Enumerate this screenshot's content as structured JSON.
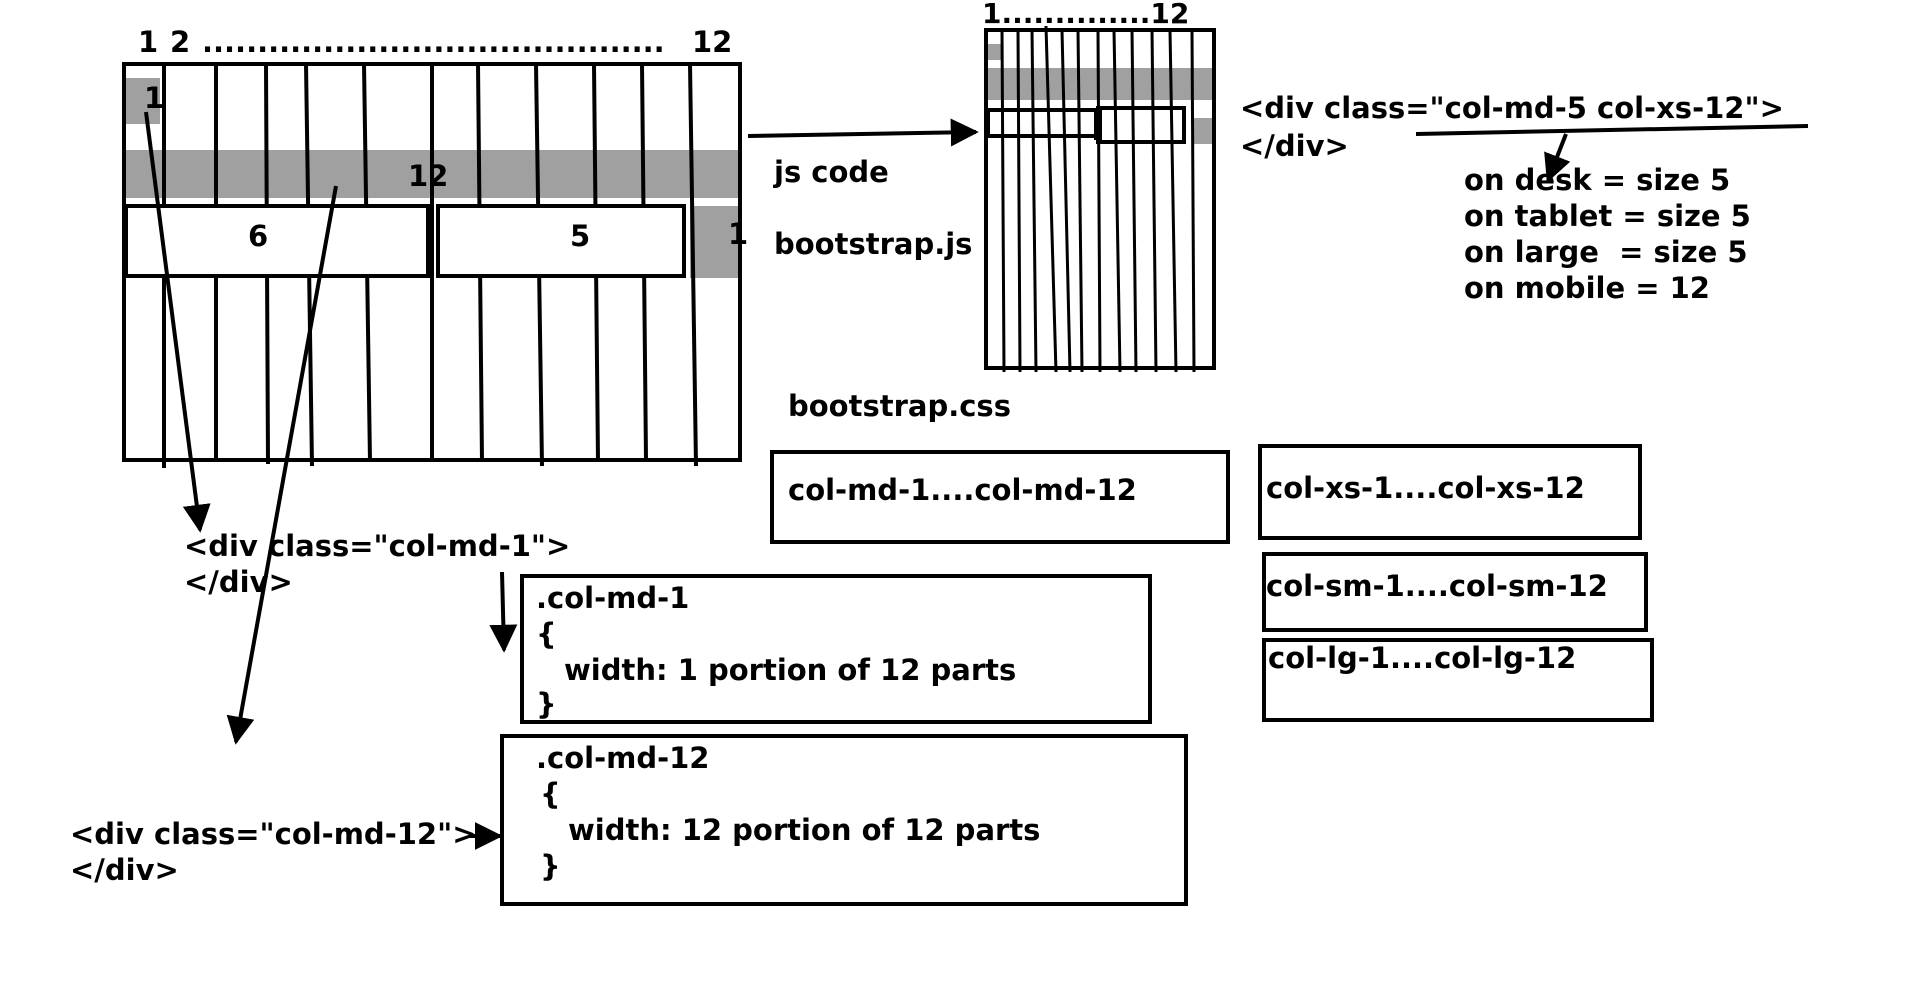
{
  "colors": {
    "ink": "#000000",
    "highlight": "#a0a0a0",
    "background": "#ffffff"
  },
  "left_grid": {
    "header_one": "1",
    "header_two": "2",
    "header_dots": "..........................................",
    "header_last": "12",
    "label_one": "1",
    "label_twelve": "12",
    "label_six": "6",
    "label_five": "5",
    "label_right_one": "1"
  },
  "middle": {
    "js_code": "js code",
    "bootstrap_js": "bootstrap.js",
    "bootstrap_css": "bootstrap.css"
  },
  "right_grid": {
    "header": "1..............12",
    "div_open": "<div class=\"col-md-5 col-xs-12\">",
    "div_close": "</div>",
    "note_desk": "on desk = size 5",
    "note_tablet": "on tablet = size 5",
    "note_large": "on large  = size 5",
    "note_mobile": "on mobile = 12"
  },
  "boxes": {
    "md_range": "col-md-1....col-md-12",
    "xs_range": "col-xs-1....col-xs-12",
    "sm_range": "col-sm-1....col-sm-12",
    "lg_range": "col-lg-1....col-lg-12"
  },
  "snippets": {
    "md1_div_open": "<div class=\"col-md-1\">",
    "md1_div_close": "</div>",
    "md12_div_open": "<div class=\"col-md-12\">",
    "md12_div_close": "</div>"
  },
  "css_md1": {
    "selector": ".col-md-1",
    "open_brace": "{",
    "rule": "width: 1 portion of 12 parts",
    "close_brace": "}"
  },
  "css_md12": {
    "selector": ".col-md-12",
    "open_brace": "{",
    "rule": "width: 12 portion of 12 parts",
    "close_brace": "}"
  }
}
